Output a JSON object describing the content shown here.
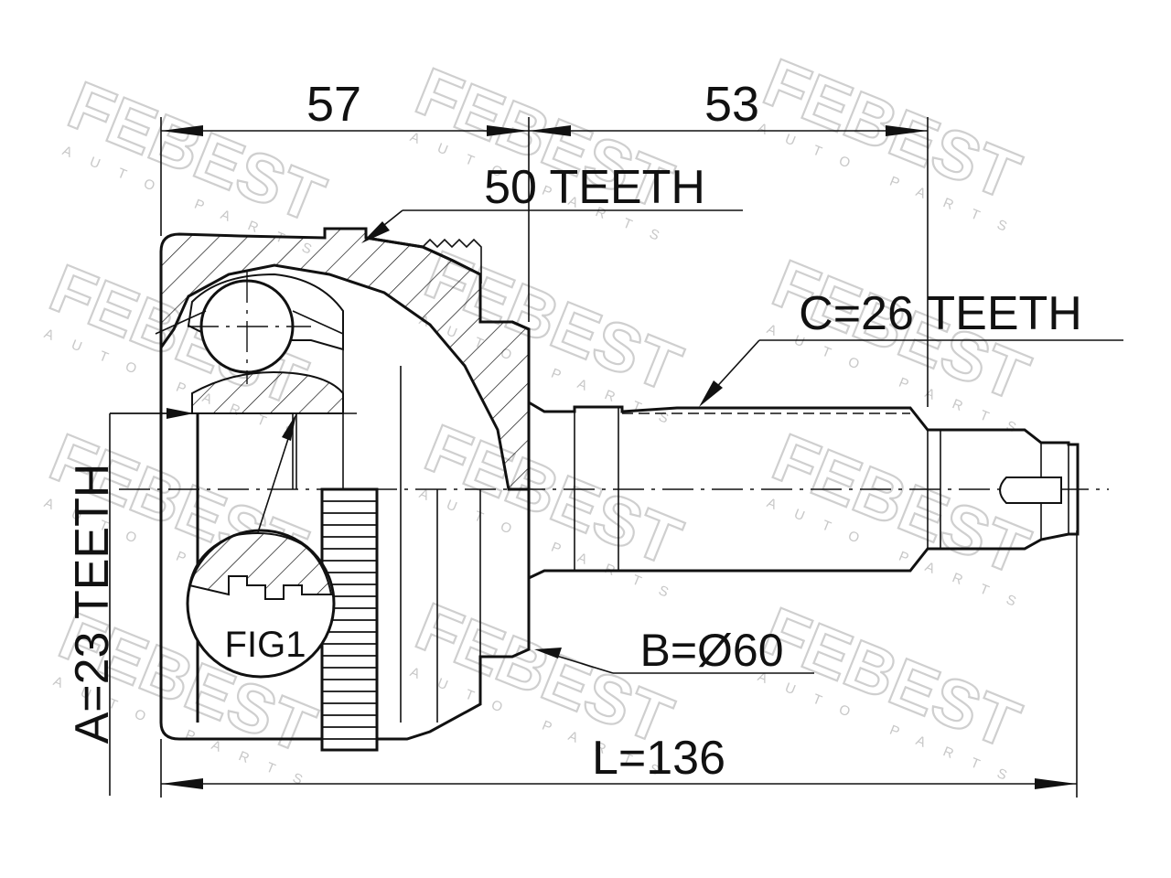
{
  "watermark": {
    "brand": "FEBEST",
    "sub": "AUTO PARTS"
  },
  "dimensions": {
    "top_left": "57",
    "top_right": "53",
    "length": "L=136"
  },
  "callouts": {
    "outer_teeth": "50 TEETH",
    "shaft_teeth": "C=26 TEETH",
    "inner_teeth": "A=23 TEETH",
    "diameter": "B=Ø60",
    "figure": "FIG1"
  }
}
